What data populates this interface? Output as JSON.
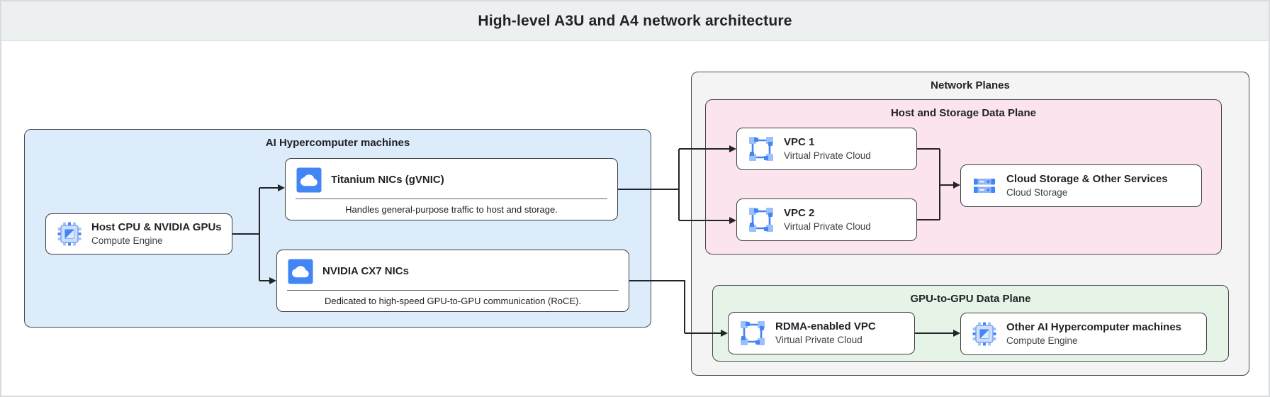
{
  "page": {
    "title": "High-level A3U and A4 network architecture"
  },
  "colors": {
    "header_bg": "#edf0f1",
    "page_border": "#d9dbdf",
    "blue_bg": "#ddecfa",
    "gray_bg": "#f4f4f5",
    "pink_bg": "#fce4ee",
    "green_bg": "#e6f3e7",
    "box_border": "#3c4043",
    "arrow": "#212529",
    "icon_blue": "#4285f4",
    "icon_blue_light": "#a4c4fa",
    "text_dark": "#1f2227"
  },
  "containers": {
    "hypercomputer": {
      "label": "AI Hypercomputer machines"
    },
    "network_planes": {
      "label": "Network Planes"
    },
    "host_storage_plane": {
      "label": "Host and Storage Data Plane"
    },
    "gpu_plane": {
      "label": "GPU-to-GPU Data Plane"
    }
  },
  "nodes": {
    "host_cpu": {
      "title": "Host CPU & NVIDIA GPUs",
      "subtitle": "Compute Engine",
      "icon": "compute-engine-icon"
    },
    "titanium": {
      "title": "Titanium NICs (gVNIC)",
      "description": "Handles general-purpose traffic to host and storage.",
      "icon": "cloud-icon"
    },
    "cx7": {
      "title": "NVIDIA CX7 NICs",
      "description": "Dedicated to high-speed GPU-to-GPU communication (RoCE).",
      "icon": "cloud-icon"
    },
    "vpc1": {
      "title": "VPC 1",
      "subtitle": "Virtual Private Cloud",
      "icon": "vpc-icon"
    },
    "vpc2": {
      "title": "VPC 2",
      "subtitle": "Virtual Private Cloud",
      "icon": "vpc-icon"
    },
    "storage": {
      "title": "Cloud Storage & Other Services",
      "subtitle": "Cloud Storage",
      "icon": "cloud-storage-icon"
    },
    "rdma_vpc": {
      "title": "RDMA-enabled VPC",
      "subtitle": "Virtual Private Cloud",
      "icon": "vpc-icon"
    },
    "other_machines": {
      "title": "Other AI Hypercomputer machines",
      "subtitle": "Compute Engine",
      "icon": "compute-engine-icon"
    }
  }
}
